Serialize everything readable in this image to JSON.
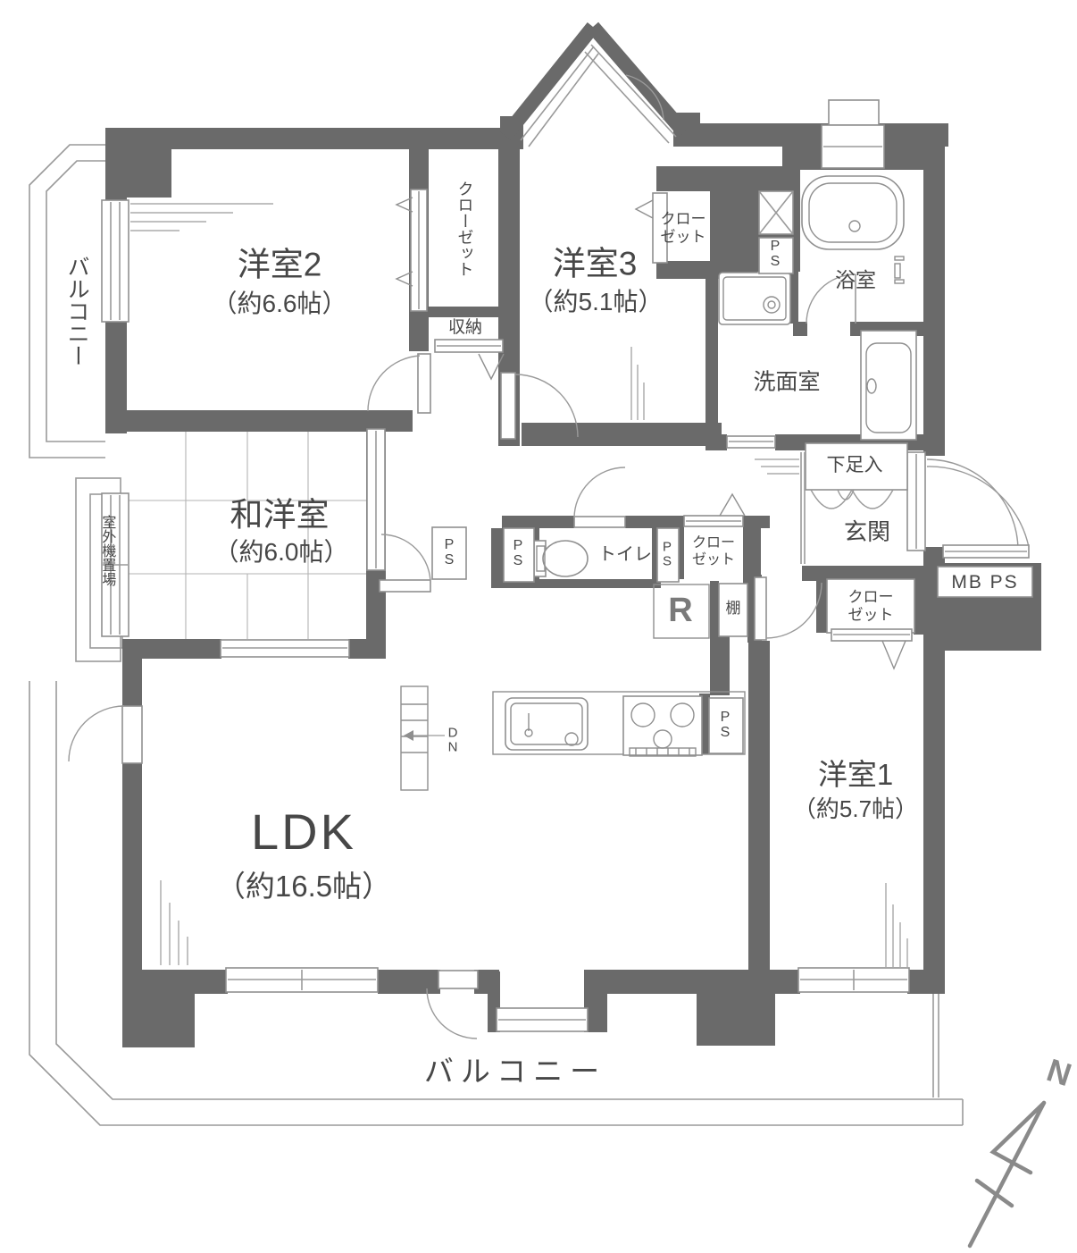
{
  "colors": {
    "wall": "#6a6a6a",
    "line": "#9a9a9a",
    "text": "#474747"
  },
  "rooms": {
    "western2": {
      "name": "洋室2",
      "size": "（約6.6帖）"
    },
    "western3": {
      "name": "洋室3",
      "size": "（約5.1帖）"
    },
    "japanese": {
      "name": "和洋室",
      "size": "（約6.0帖）"
    },
    "ldk": {
      "name": "LDK",
      "size": "（約16.5帖）"
    },
    "western1": {
      "name": "洋室1",
      "size": "（約5.7帖）"
    },
    "bath": {
      "name": "浴室"
    },
    "washroom": {
      "name": "洗面室"
    },
    "toilet": {
      "name": "トイレ"
    },
    "entrance": {
      "name": "玄関"
    }
  },
  "features": {
    "balcony_left": "バルコニー",
    "balcony_bottom": "バルコニー",
    "outdoor_unit_area": "室外機置場",
    "closet_west2": "クローゼット",
    "closet_west3": "クローゼット",
    "closet_hall": "クローゼット",
    "closet_entrance": "クローゼット",
    "storage": "収納",
    "shoe_box": "下足入",
    "shelf": "棚",
    "refrigerator": "R",
    "meter_pipe": "MB PS",
    "pipe_space": "PS",
    "down": "DN",
    "north": "N"
  }
}
